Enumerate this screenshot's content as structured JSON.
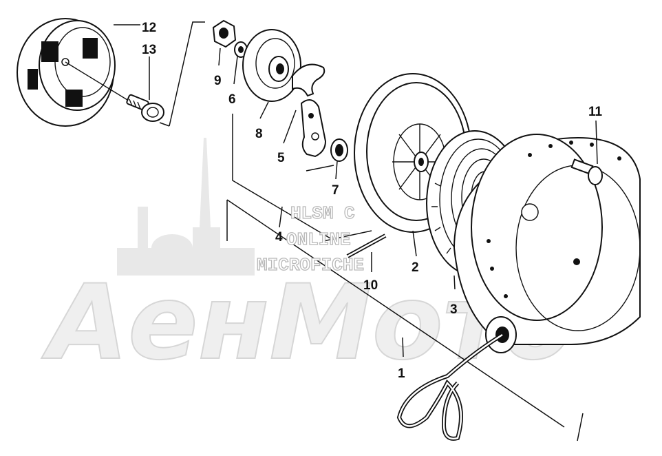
{
  "callouts": {
    "p1": "1",
    "p2": "2",
    "p3": "3",
    "p4": "4",
    "p5": "5",
    "p6": "6",
    "p7": "7",
    "p8": "8",
    "p9": "9",
    "p10": "10",
    "p11": "11",
    "p12": "12",
    "p13": "13"
  },
  "watermark": {
    "line1": "HLSM C",
    "line2": "ONLINE",
    "line3": "MICROFICHE",
    "logo": "АенМото"
  }
}
